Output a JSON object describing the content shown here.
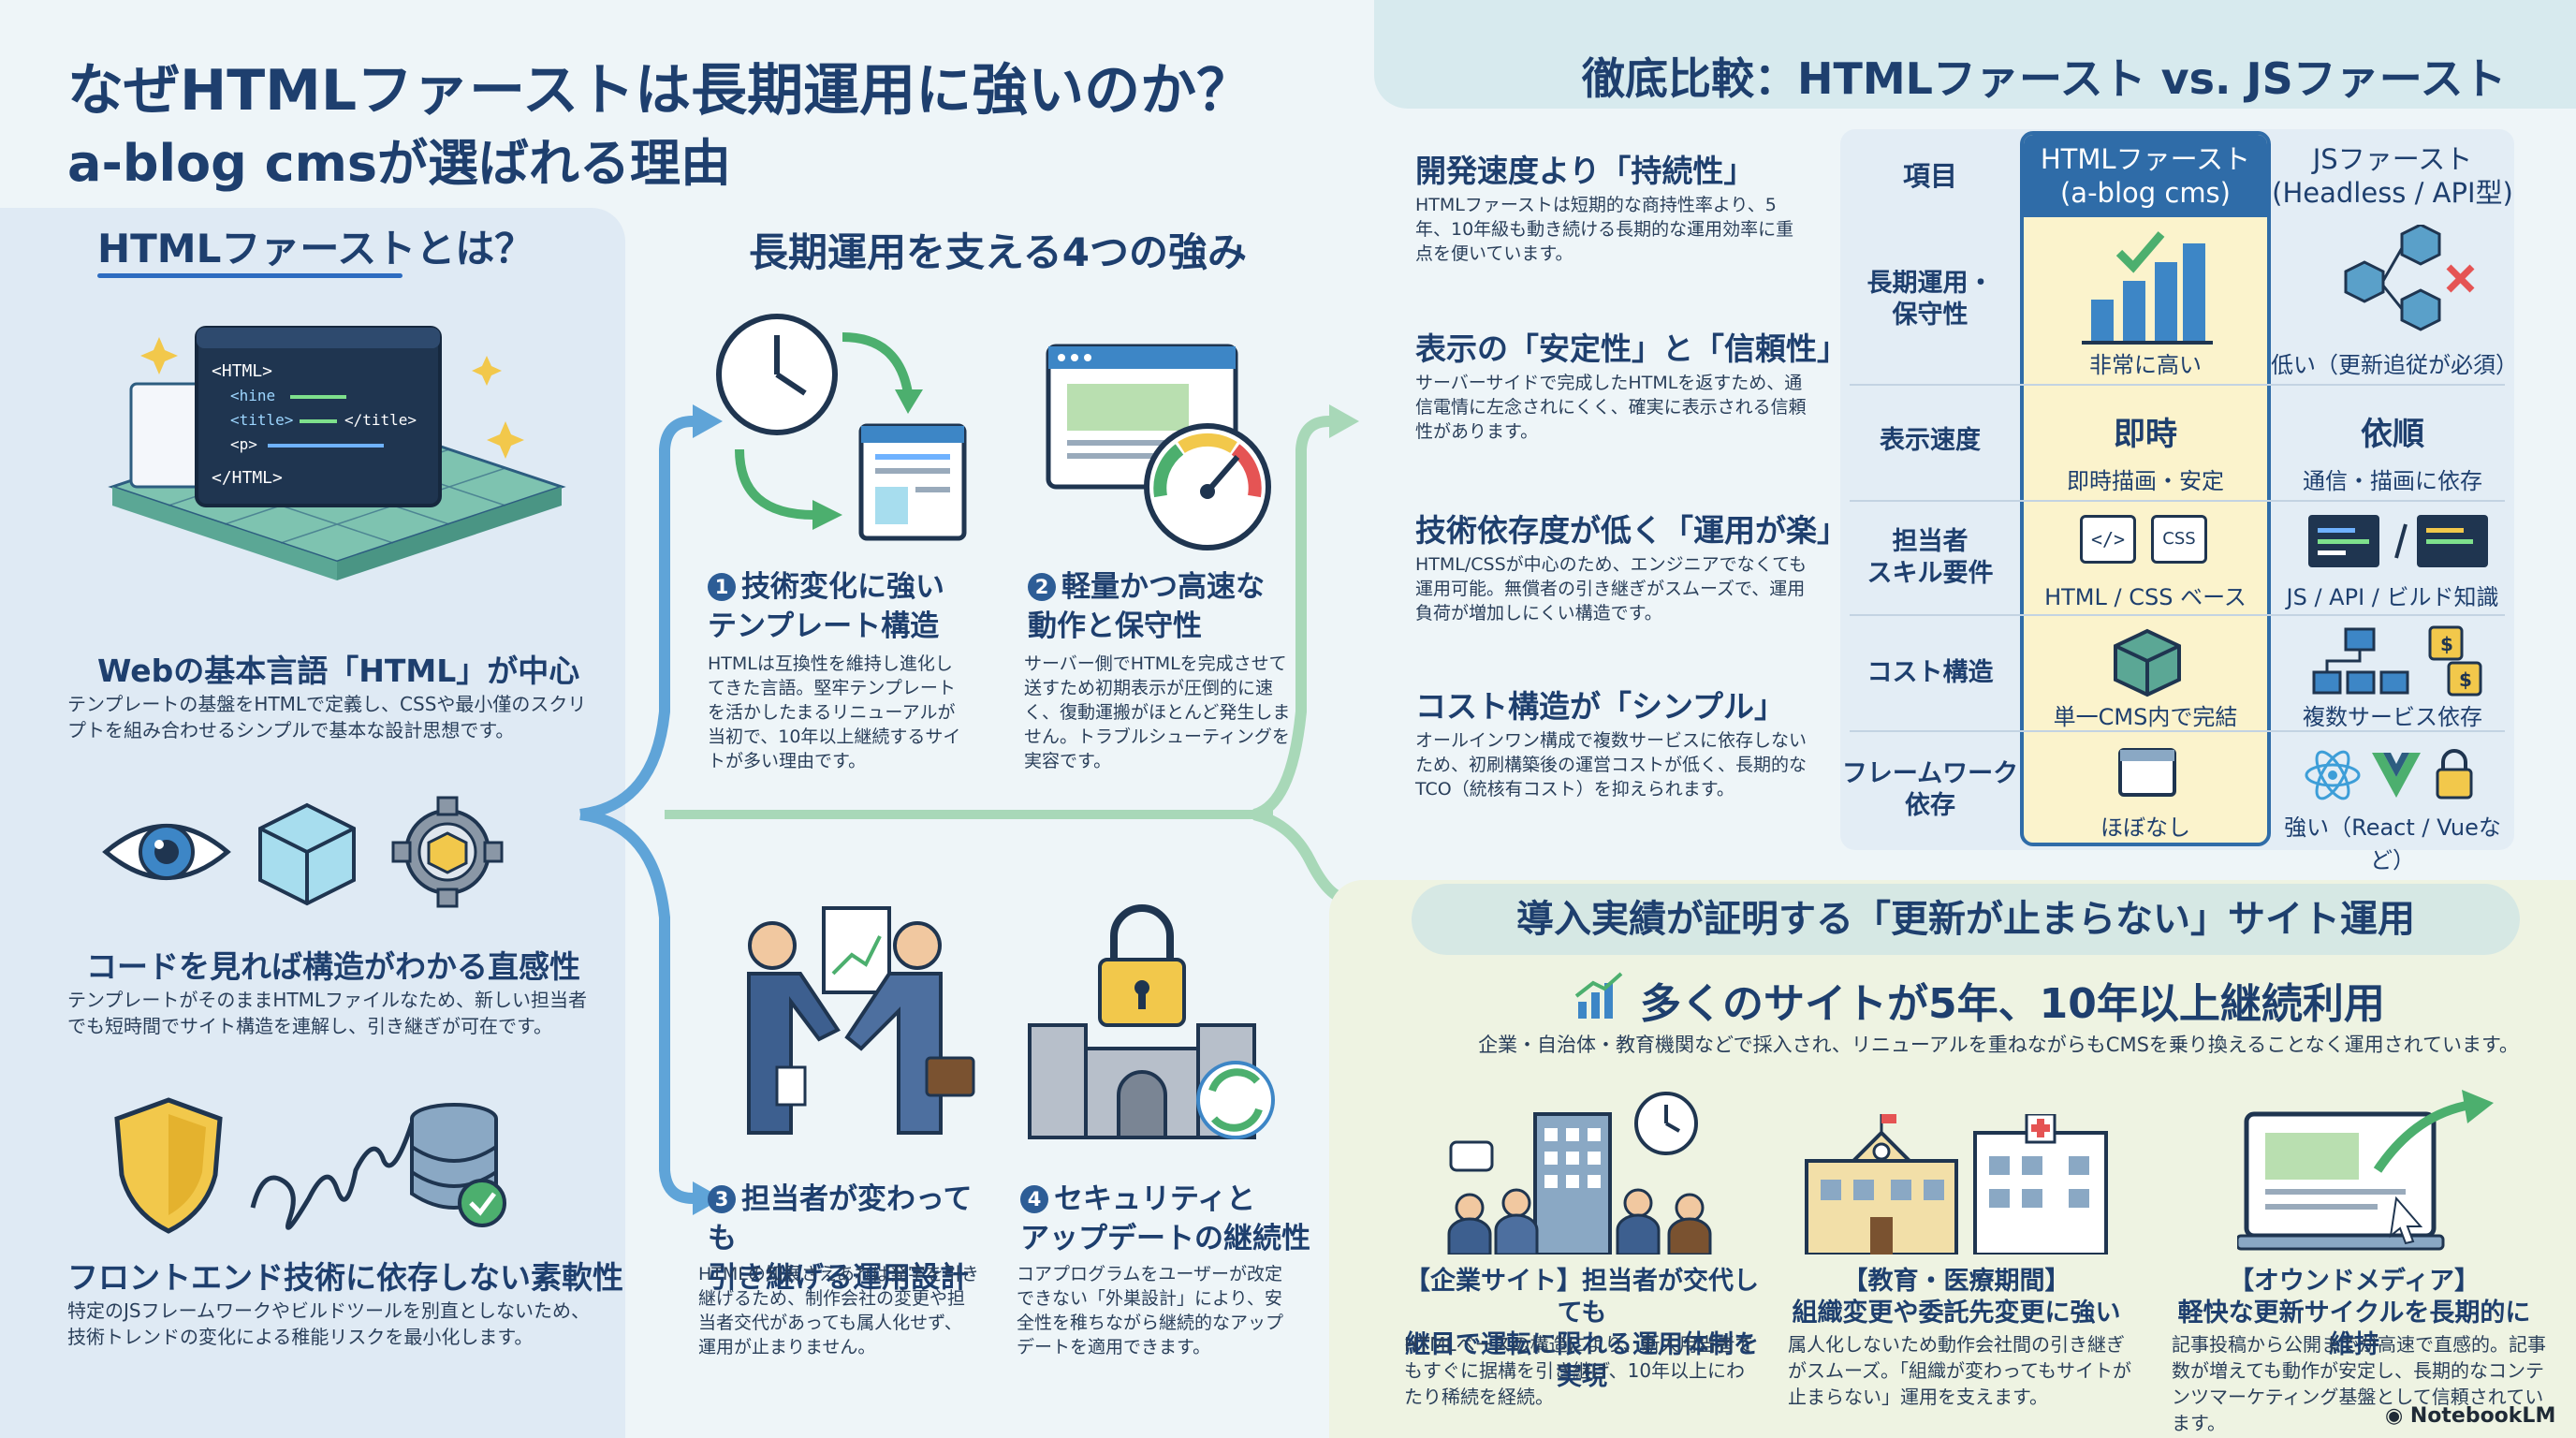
{
  "header": {
    "title": "なぜHTMLファーストは長期運用に強いのか？",
    "subtitle": "a-blog cmsが選ばれる理由"
  },
  "left": {
    "title": "HTMLファーストとは？",
    "code_lines": [
      "<HTML>",
      "<hine",
      "<title>",
      "</title>",
      "<p>",
      "</HTML>"
    ],
    "f1": {
      "title": "Webの基本言語「HTML」が中心",
      "text": "テンプレートの基盤をHTMLで定義し、CSSや最小僅のスクリプトを組み合わせるシンプルで基本な設計思想です。"
    },
    "f2": {
      "title": "コードを見れば構造がわかる直感性",
      "text": "テンプレートがそのままHTMLファイルなため、新しい担当者でも短時間でサイト構造を連解し、引き継ぎが可在です。"
    },
    "f3": {
      "title": "フロントエンド技術に依存しない素軟性",
      "text": "特定のJSフレームワークやビルドツールを別直としないため、技術トレンドの変化による稚能リスクを最小化します。"
    }
  },
  "strengths": {
    "title": "長期運用を支える4つの強み",
    "items": [
      {
        "num": "1",
        "title": "技術変化に強い\nテンプレート構造",
        "text": "HTMLは互換性を維持し進化してきた言語。堅牢テンプレートを活かしたまるリニューアルが当初で、10年以上継続するサイトが多い理由です。"
      },
      {
        "num": "2",
        "title": "軽量かつ高速な\n動作と保守性",
        "text": "サーバー側でHTMLを完成させて送すため初期表示が圧倒的に速く、復動運搬がほとんど発生しません。トラブルシューティングを実容です。"
      },
      {
        "num": "3",
        "title": "担当者が変わっても\n引き継げる運用設計",
        "text": "HTMLの知展さえあれば発字を引き継げるため、制作会社の変更や担当者交代があっても属人化せず、運用が止まりません。"
      },
      {
        "num": "4",
        "title": "セキュリティと\nアップデートの継続性",
        "text": "コアプログラムをユーザーが改定できない「外巣設計」により、安全性を稚ちながら継続的なアップデートを適用できます。"
      }
    ]
  },
  "comparison": {
    "title": "徹底比較：HTMLファースト vs. JSファースト",
    "points": [
      {
        "title": "開発速度より「持続性」",
        "text": "HTMLファーストは短期的な商持性率より、5年、10年級も動き続ける長期的な運用効率に重点を便いています。"
      },
      {
        "title": "表示の「安定性」と「信頼性」",
        "text": "サーバーサイドで完成したHTMLを返すため、通信電情に左念されにくく、確実に表示される信頼性があります。"
      },
      {
        "title": "技術依存度が低く「運用が楽」",
        "text": "HTML/CSSが中心のため、エンジニアでなくても運用可能。無償者の引き継ぎがスムーズで、運用負荷が増加しにくい構造です。"
      },
      {
        "title": "コスト構造が「シンプル」",
        "text": "オールインワン構成で複数サービスに依存しないため、初刷構築後の運営コストが低く、長期的なTCO（統核有コスト）を抑えられます。"
      }
    ],
    "table": {
      "col0": "項目",
      "col1": "HTMLファースト\n(a-blog cms)",
      "col2": "JSファースト\n(Headless / API型)",
      "rows": [
        {
          "label": "長期運用・\n保守性",
          "html": "非常に高い",
          "js": "低い（更新追従が必須）"
        },
        {
          "label": "表示速度",
          "html_big": "即時",
          "html": "即時描画・安定",
          "js_big": "依順",
          "js": "通信・描画に依存"
        },
        {
          "label": "担当者\nスキル要件",
          "html": "HTML / CSS ベース",
          "js": "JS / API / ビルド知識"
        },
        {
          "label": "コスト構造",
          "html": "単一CMS内で完結",
          "js": "複数サービス依存"
        },
        {
          "label": "フレームワーク\n依存",
          "html": "ほぼなし",
          "js": "強い（React / Vueなど）"
        }
      ],
      "icons": {
        "html_code": "</>",
        "css": "CSS",
        "dollar": "$"
      }
    }
  },
  "results": {
    "banner": "導入実績が証明する「更新が止まらない」サイト運用",
    "headline": "多くのサイトが5年、10年以上継続利用",
    "sub": "企業・自治体・教育機関などで採入され、リニューアルを重ねながらもCMSを乗り換えることなく運用されています。",
    "cases": [
      {
        "title": "【企業サイト】担当者が交代しても\n継目で運転に限れる運用体制を実現",
        "text": "HTMLベースの構造により、新人用当者でもすぐに据構を引き継げ、10年以上にわたり稀続を経続。"
      },
      {
        "title": "【教育・医療期間】\n組織変更や委託先変更に強い",
        "text": "属人化しないため動作会社間の引き継ぎがスムーズ。「組織が変わってもサイトが止まらない」運用を支えます。"
      },
      {
        "title": "【オウンドメディア】\n軽快な更新サイクルを長期的に維持",
        "text": "記事投稿から公開までが高速で直感的。記事数が増えても動作が安定し、長期的なコンテンツマーケティング基盤として信頼されています。"
      }
    ]
  },
  "footer": {
    "brand": "NotebookLM"
  }
}
